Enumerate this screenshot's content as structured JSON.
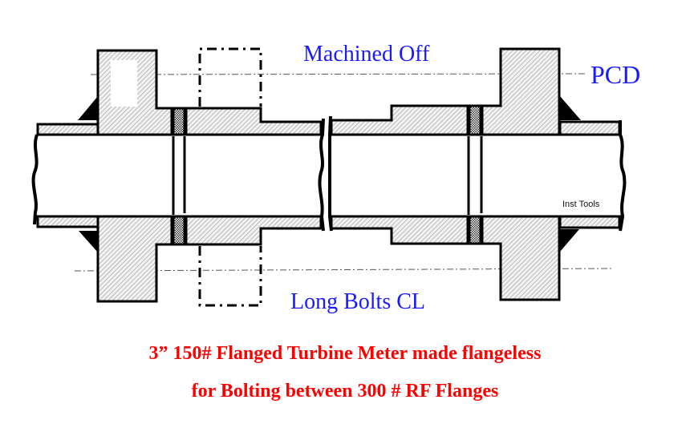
{
  "diagram": {
    "labels": {
      "machined_off": "Machined Off",
      "pcd": "PCD",
      "long_bolts_cl": "Long Bolts CL",
      "watermark": "Inst Tools"
    },
    "caption": {
      "line1": "3” 150# Flanged Turbine Meter made flangeless",
      "line2": "for Bolting between 300 # RF Flanges"
    },
    "colors": {
      "outline": "#000000",
      "hatch_fill": "#e6e6e6",
      "label_blue": "#1a1aff",
      "caption_red": "#ff0000"
    }
  }
}
